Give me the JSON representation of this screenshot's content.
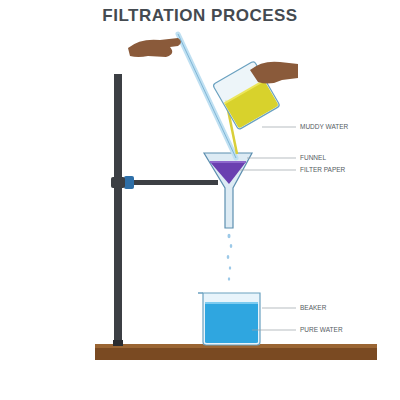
{
  "diagram": {
    "title": "FILTRATION PROCESS",
    "labels": [
      "MUDDY WATER",
      "FUNNEL",
      "FILTER PAPER",
      "BEAKER",
      "PURE WATER"
    ]
  }
}
